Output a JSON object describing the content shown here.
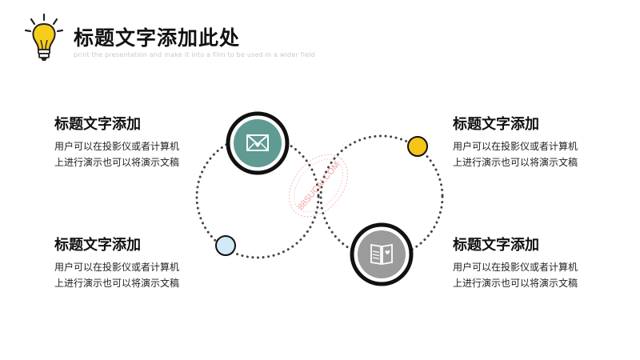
{
  "header": {
    "title": "标题文字添加此处",
    "subtitle": "print the presentation and make it into a film to be used in a wider field"
  },
  "blocks": [
    {
      "title": "标题文字添加",
      "line1": "用户可以在投影仪或者计算机",
      "line2": "上进行演示也可以将演示文稿"
    },
    {
      "title": "标题文字添加",
      "line1": "用户可以在投影仪或者计算机",
      "line2": "上进行演示也可以将演示文稿"
    },
    {
      "title": "标题文字添加",
      "line1": "用户可以在投影仪或者计算机",
      "line2": "上进行演示也可以将演示文稿"
    },
    {
      "title": "标题文字添加",
      "line1": "用户可以在投影仪或者计算机",
      "line2": "上进行演示也可以将演示文稿"
    }
  ],
  "icons": {
    "top_node": "envelope-heart-icon",
    "bottom_node": "open-book-icon",
    "header": "lightbulb-icon"
  },
  "watermark": {
    "text": "88SUCAI.COM"
  },
  "colors": {
    "teal": "#5f9a93",
    "gray": "#9b9b9b",
    "yellow": "#f5c518",
    "light_blue": "#d2e9f6",
    "ring": "#111111",
    "dotted": "#444444"
  }
}
